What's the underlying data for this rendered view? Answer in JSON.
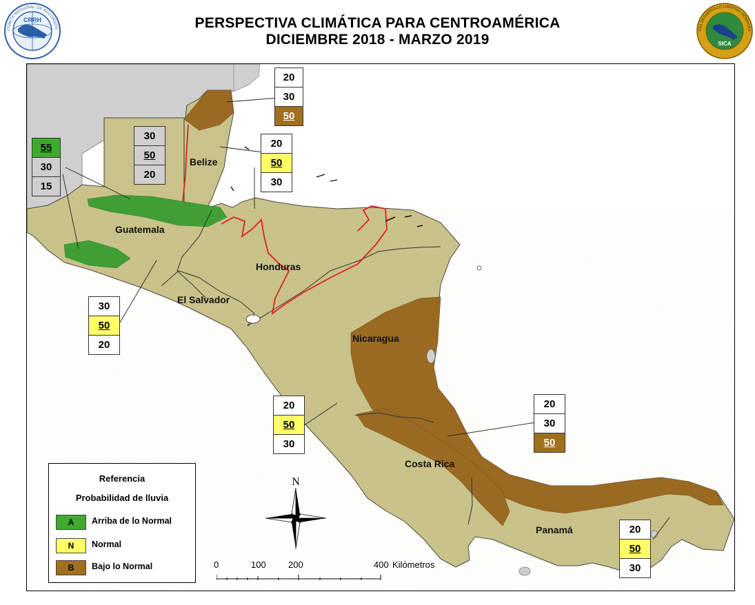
{
  "header": {
    "title_line1": "PERSPECTIVA CLIMÁTICA PARA CENTROAMÉRICA",
    "title_line2": "DICIEMBRE 2018 - MARZO 2019"
  },
  "logos": {
    "left_label": "CRRH",
    "left_ring_text": "COMITE REGIONAL DE RECURSOS HIDRAULICOS",
    "right_label": "SICA",
    "right_ring_text": "PAZ DESARROLLO LIBERTAD DEMOCRACIA"
  },
  "countries": {
    "guatemala": "Guatemala",
    "belize": "Belize",
    "honduras": "Honduras",
    "el_salvador": "El Salvador",
    "nicaragua": "Nicaragua",
    "costa_rica": "Costa Rica",
    "panama": "Panamá"
  },
  "probability_boxes": [
    {
      "id": "mexico-green",
      "values": [
        "55",
        "30",
        "15"
      ],
      "highlight": 0,
      "highlight_category": "A"
    },
    {
      "id": "peten",
      "values": [
        "30",
        "50",
        "20"
      ],
      "highlight": 1,
      "highlight_category": "N"
    },
    {
      "id": "belize-north",
      "values": [
        "20",
        "30",
        "50"
      ],
      "highlight": 2,
      "highlight_category": "B"
    },
    {
      "id": "belize-south",
      "values": [
        "20",
        "50",
        "30"
      ],
      "highlight": 1,
      "highlight_category": "N"
    },
    {
      "id": "pacific-guatemala",
      "values": [
        "30",
        "50",
        "20"
      ],
      "highlight": 1,
      "highlight_category": "N"
    },
    {
      "id": "nicaragua-pacific",
      "values": [
        "20",
        "50",
        "30"
      ],
      "highlight": 1,
      "highlight_category": "N"
    },
    {
      "id": "costa-rica-caribbean",
      "values": [
        "20",
        "30",
        "50"
      ],
      "highlight": 2,
      "highlight_category": "B"
    },
    {
      "id": "panama-pacific",
      "values": [
        "20",
        "50",
        "30"
      ],
      "highlight": 1,
      "highlight_category": "N"
    }
  ],
  "legend": {
    "title": "Referencia",
    "subtitle": "Probabilidad de lluvia",
    "items": [
      {
        "code": "A",
        "label": "Arriba de lo Normal",
        "color": "#3faa2e"
      },
      {
        "code": "N",
        "label": "Normal",
        "color": "#ffff66"
      },
      {
        "code": "B",
        "label": "Bajo lo Normal",
        "color": "#a0701e"
      }
    ]
  },
  "compass": {
    "north_label": "N"
  },
  "scale_bar": {
    "ticks": [
      "0",
      "100",
      "200",
      "400"
    ],
    "unit": "Kilómetros"
  },
  "colors": {
    "normal_land": "#c9c28a",
    "below_normal": "#9a6a22",
    "above_normal": "#3f9f35",
    "outside_land": "#cfcfcf",
    "sea": "#ffffff",
    "boundary_red": "#e02020",
    "highlight_yellow": "#ffff66",
    "highlight_green": "#3faa2e",
    "highlight_brown": "#a0701e"
  }
}
